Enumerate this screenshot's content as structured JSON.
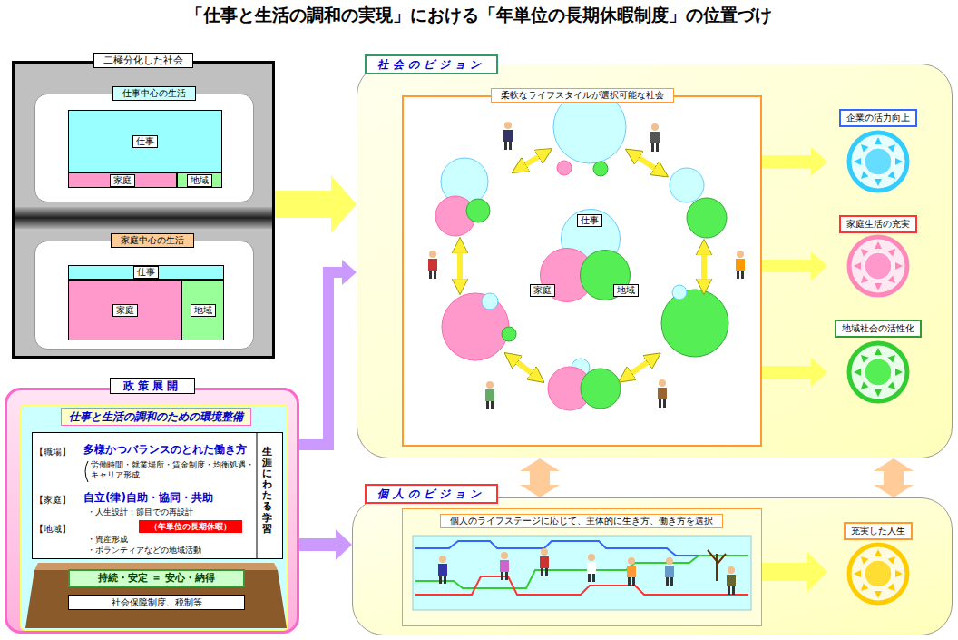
{
  "diagram": {
    "title": "「仕事と生活の調和の実現」における「年単位の長期休暇制度」の位置づけ",
    "nodes": [
      {
        "text": [
          "二極分化した社会"
        ]
      },
      {
        "text": [
          "仕事中心の生活"
        ],
        "in": 0
      },
      {
        "text": [
          "仕事"
        ],
        "in": 1
      },
      {
        "text": [
          "家庭"
        ],
        "in": 1
      },
      {
        "text": [
          "地域"
        ],
        "in": 1
      },
      {
        "text": [
          "家庭中心の生活"
        ],
        "in": 0
      },
      {
        "text": [
          "仕事"
        ],
        "in": 5
      },
      {
        "text": [
          "家庭"
        ],
        "in": 5
      },
      {
        "text": [
          "地域"
        ],
        "in": 5
      },
      {
        "text": [
          "社会のビジョン"
        ]
      },
      {
        "text": [
          "柔軟なライフスタイルが選択可能な社会"
        ],
        "in": 9
      },
      {
        "text": [
          "仕事"
        ],
        "in": 10
      },
      {
        "text": [
          "家庭"
        ],
        "in": 10
      },
      {
        "text": [
          "地域"
        ],
        "in": 10
      },
      {
        "text": [
          "企業の活力向上"
        ],
        "in": 9
      },
      {
        "text": [
          "家庭生活の充実"
        ],
        "in": 9
      },
      {
        "text": [
          "地域社会の活性化"
        ],
        "in": 9
      },
      {
        "text": [
          "個人のビジョン"
        ]
      },
      {
        "text": [
          "個人のライフステージに応じて、主体的に生き方、働き方を選択"
        ],
        "in": 17
      },
      {
        "text": [
          "充実した人生"
        ],
        "in": 17
      },
      {
        "text": [
          "政策展開"
        ]
      },
      {
        "text": [
          "仕事と生活の調和のための環境整備"
        ],
        "in": 20
      },
      {
        "text": [
          "【職場】",
          "多様かつバランスのとれた働き方",
          "労働時間・就業場所・賃金制度・均衡処遇・キャリア形成",
          "【家庭】",
          "自立(律)自助・協同・共助",
          "・人生設計：節目での再設計",
          "・資産形成",
          "・ボランティアなどの地域活動",
          "【地域】",
          "生涯にわたる学習"
        ],
        "in": 21
      },
      {
        "text": [
          "（年単位の長期休暇）"
        ],
        "in": 22
      },
      {
        "text": [
          "持続・安定 ＝ 安心・納得"
        ],
        "in": 21
      },
      {
        "text": [
          "社会保障制度、税制等"
        ],
        "in": 21
      }
    ],
    "edges": [
      {
        "from": 0,
        "to": 9,
        "arrow": "to"
      },
      {
        "from": 20,
        "to": 9,
        "arrow": "to"
      },
      {
        "from": 20,
        "to": 17,
        "arrow": "to"
      },
      {
        "from": 10,
        "to": 14,
        "arrow": "to"
      },
      {
        "from": 10,
        "to": 15,
        "arrow": "to"
      },
      {
        "from": 10,
        "to": 16,
        "arrow": "to"
      },
      {
        "from": 9,
        "to": 17,
        "arrow": "both"
      },
      {
        "from": 9,
        "to": 17,
        "arrow": "both"
      },
      {
        "from": 18,
        "to": 19,
        "arrow": "to"
      }
    ]
  }
}
